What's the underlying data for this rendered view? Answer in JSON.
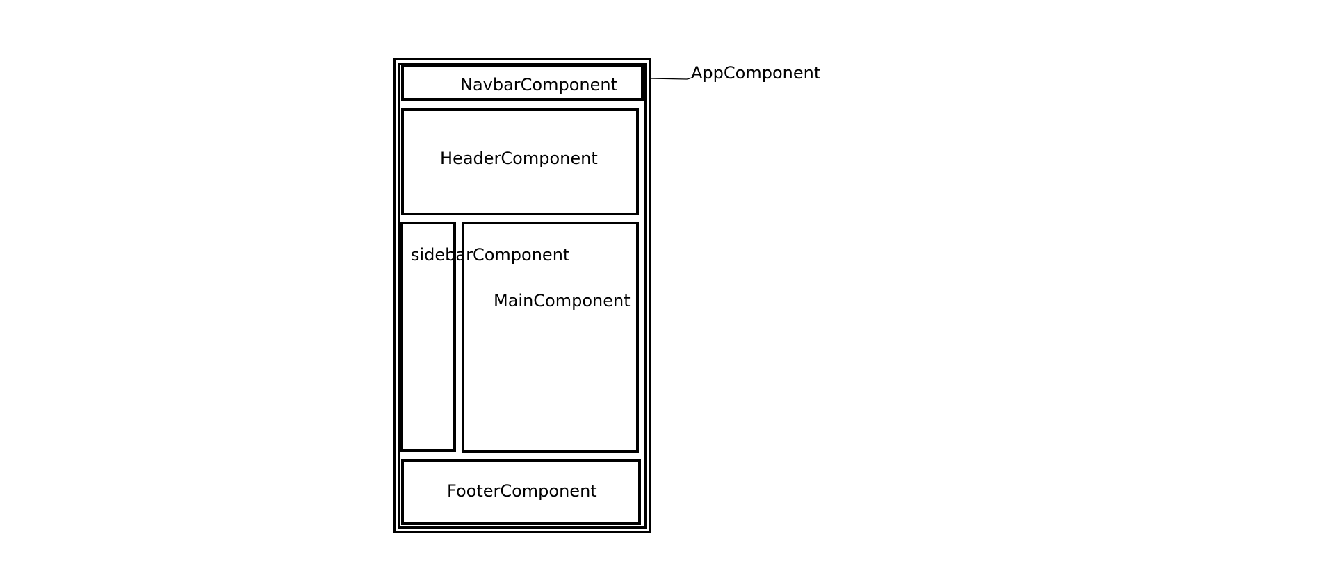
{
  "diagram": {
    "app_label": "AppComponent",
    "navbar_label": "NavbarComponent",
    "header_label": "HeaderComponent",
    "sidebar_label": "sidebarComponent",
    "main_label": "MainComponent",
    "footer_label": "FooterComponent"
  },
  "colors": {
    "stroke": "#000000",
    "background": "#ffffff"
  }
}
